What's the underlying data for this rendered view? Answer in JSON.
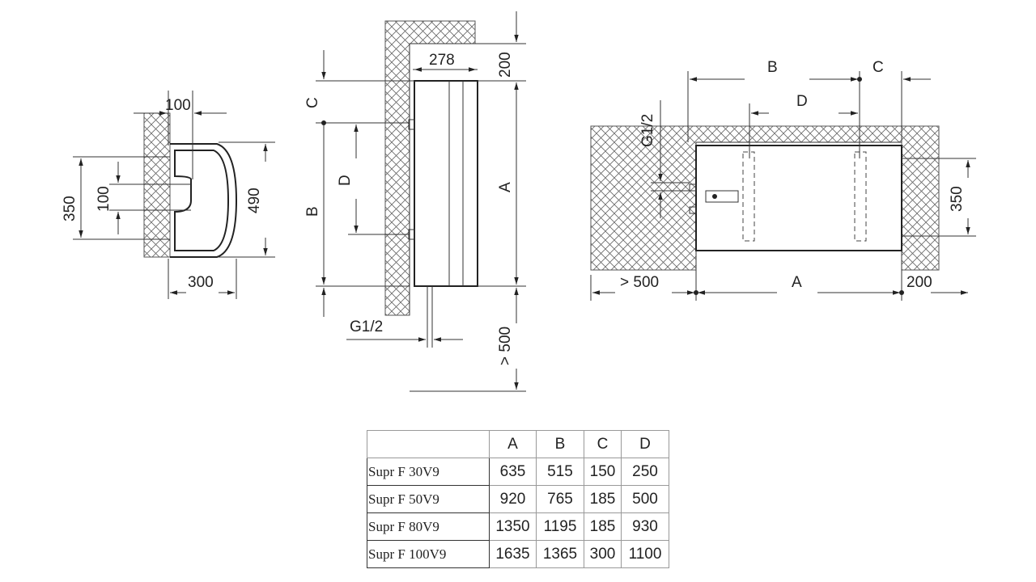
{
  "top_view": {
    "dim_width_top": "100",
    "dim_height_left": "350",
    "dim_spacing": "100",
    "dim_height_right": "490",
    "dim_width_bottom": "300"
  },
  "side_view": {
    "dim_depth": "278",
    "dim_top_clearance": "200",
    "label_c": "C",
    "label_d": "D",
    "label_b": "B",
    "label_a": "A",
    "pipe_label": "G1/2",
    "dim_bottom_clearance": "> 500"
  },
  "front_view": {
    "label_b": "B",
    "label_c": "C",
    "label_d": "D",
    "pipe_label": "G1/2",
    "dim_height": "350",
    "dim_left_clearance": "> 500",
    "label_a": "A",
    "dim_right_clearance": "200"
  },
  "table": {
    "headers": [
      "A",
      "B",
      "C",
      "D"
    ],
    "rows": [
      {
        "model": "Supr F 30V9",
        "a": "635",
        "b": "515",
        "c": "150",
        "d": "250"
      },
      {
        "model": "Supr F 50V9",
        "a": "920",
        "b": "765",
        "c": "185",
        "d": "500"
      },
      {
        "model": "Supr F 80V9",
        "a": "1350",
        "b": "1195",
        "c": "185",
        "d": "930"
      },
      {
        "model": "Supr F 100V9",
        "a": "1635",
        "b": "1365",
        "c": "300",
        "d": "1100"
      }
    ]
  }
}
